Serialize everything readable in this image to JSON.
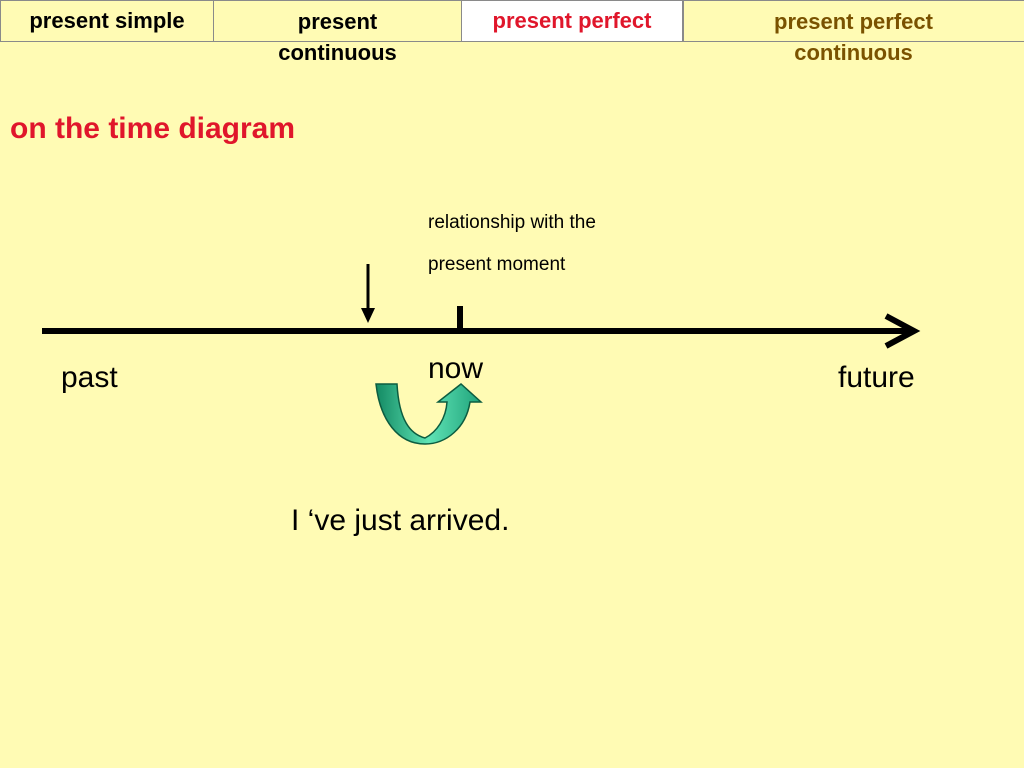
{
  "tabs": [
    {
      "label": "present simple",
      "color": "#000000"
    },
    {
      "label": "present continuous",
      "color": "#000000"
    },
    {
      "label": "present perfect",
      "color": "#E0162B"
    },
    {
      "label": "present perfect continuous",
      "color": "#7A5200"
    }
  ],
  "heading": {
    "text": "on the time diagram",
    "color": "#E0162B"
  },
  "annotation": {
    "line1": "relationship with the",
    "line2": "present moment"
  },
  "timeline": {
    "past": "past",
    "now": "now",
    "future": "future"
  },
  "example": "I ‘ve just arrived.",
  "colors": {
    "background": "#FFFBB4",
    "arrow_fill": "#1FA27A",
    "arrow_fill_light": "#5FE3B5"
  }
}
